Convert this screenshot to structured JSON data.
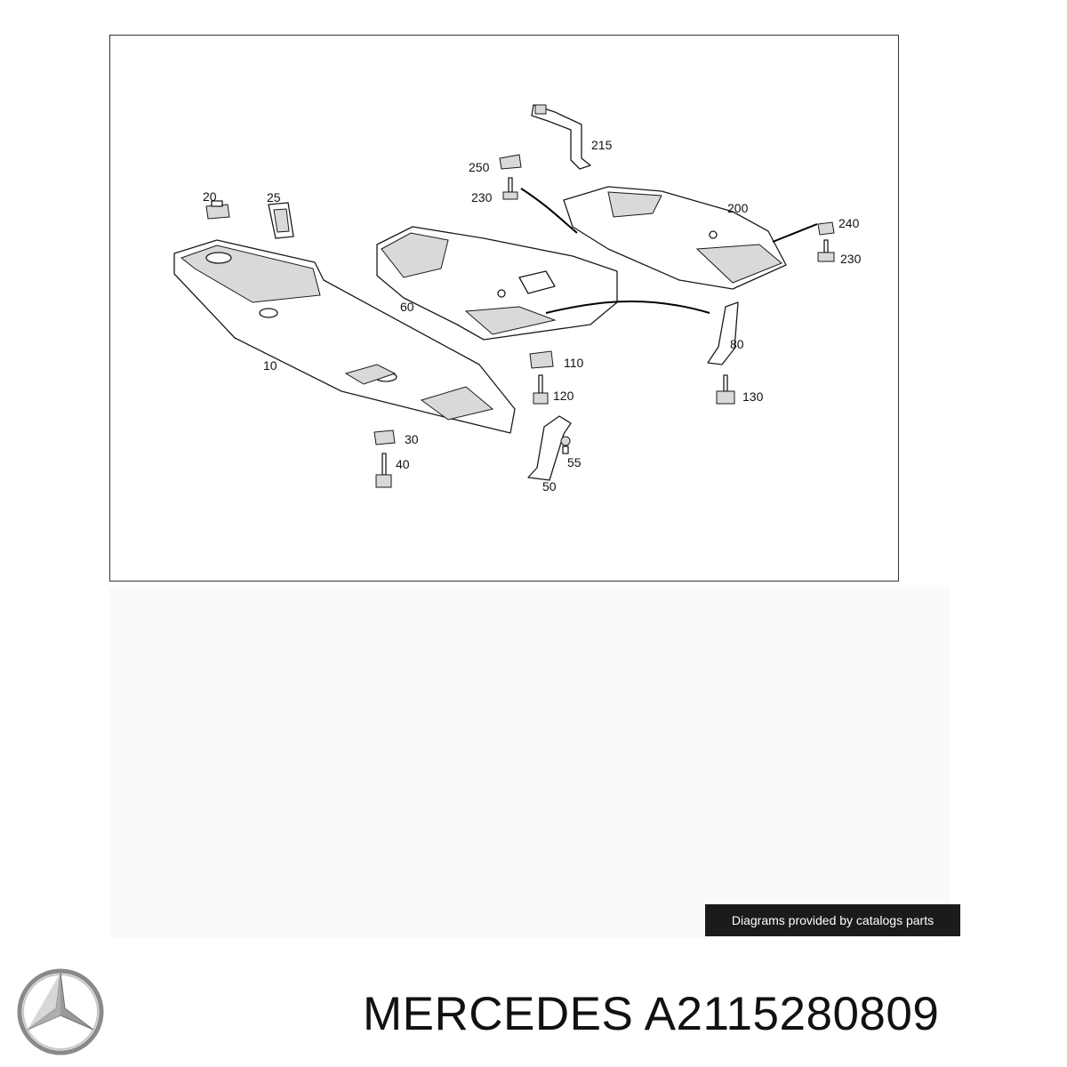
{
  "diagram": {
    "callouts": {
      "c10": "10",
      "c20": "20",
      "c25": "25",
      "c30": "30",
      "c40": "40",
      "c50": "50",
      "c55": "55",
      "c60": "60",
      "c80": "80",
      "c110": "110",
      "c120": "120",
      "c130": "130",
      "c200": "200",
      "c215": "215",
      "c230a": "230",
      "c230b": "230",
      "c240": "240",
      "c250": "250"
    }
  },
  "credit": "Diagrams provided by catalogs parts",
  "brand": {
    "logo_icon": "mercedes-star-icon",
    "logo_color": "#8a8a8a"
  },
  "title": "MERCEDES A2115280809"
}
